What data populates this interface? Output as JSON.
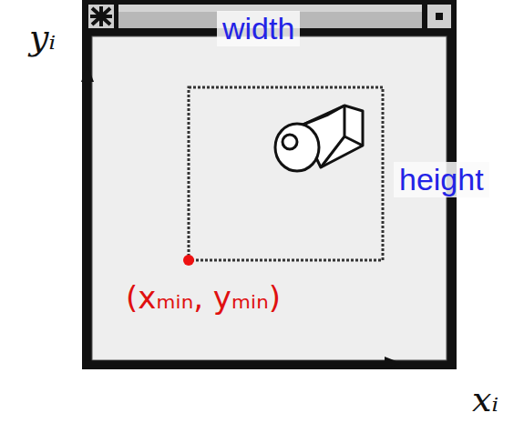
{
  "diagram": {
    "labels": [
      "yᵢ",
      "width",
      "height",
      "(xₘᵢₙ, yₘᵢₙ)",
      "xᵢ"
    ]
  }
}
